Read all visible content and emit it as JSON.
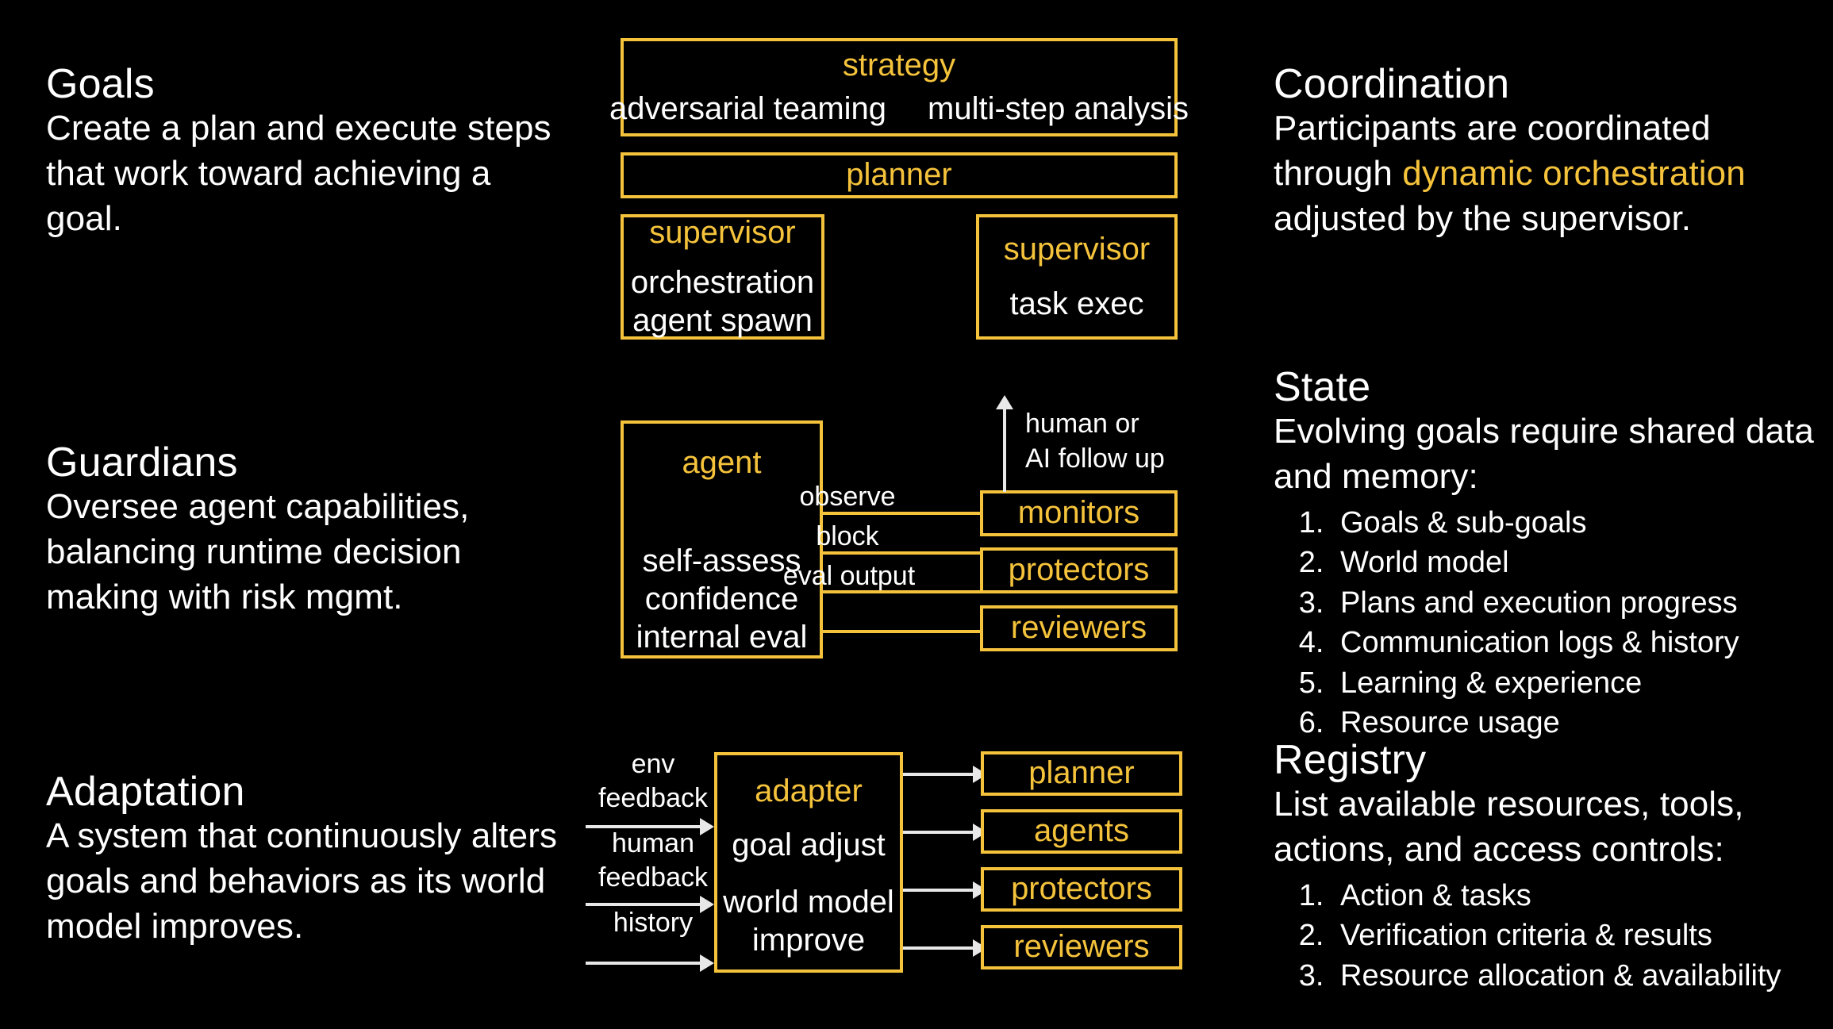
{
  "theme": {
    "background": "#000000",
    "accent": "#F5C33B",
    "text": "#FFFFFF",
    "arrow": "#E8E8E8"
  },
  "left_column": {
    "goals": {
      "title": "Goals",
      "body": "Create a plan and execute steps that work toward achieving a goal."
    },
    "guardians": {
      "title": "Guardians",
      "body": "Oversee agent capabilities, balancing runtime decision making with risk mgmt."
    },
    "adaptation": {
      "title": "Adaptation",
      "body": "A system that continuously alters goals and behaviors as its world model improves."
    }
  },
  "right_column": {
    "coordination": {
      "title": "Coordination",
      "body_part1": "Participants are coordinated through ",
      "body_highlight": "dynamic orchestration",
      "body_part2": " adjusted by the supervisor."
    },
    "state": {
      "title": "State",
      "body": "Evolving goals require shared data and memory:",
      "items": [
        "Goals & sub-goals",
        "World model",
        "Plans and execution progress",
        "Communication logs & history",
        "Learning & experience",
        "Resource usage"
      ]
    },
    "registry": {
      "title": "Registry",
      "body": "List available resources, tools, actions, and access controls:",
      "items": [
        "Action & tasks",
        "Verification criteria & results",
        "Resource allocation & availability"
      ]
    }
  },
  "diagrams": {
    "coordination_diagram": {
      "strategy_box": {
        "title": "strategy",
        "left_item": "adversarial teaming",
        "right_item": "multi-step analysis"
      },
      "planner_box": {
        "title": "planner"
      },
      "supervisor_left": {
        "title": "supervisor",
        "line1": "orchestration",
        "line2": "agent spawn"
      },
      "supervisor_right": {
        "title": "supervisor",
        "line1": "task exec"
      }
    },
    "guardians_diagram": {
      "agent_box": {
        "title": "agent",
        "line1": "self-assess",
        "line2": "confidence",
        "line3": "internal eval"
      },
      "followup_label_line1": "human or",
      "followup_label_line2": "AI follow up",
      "edges": [
        {
          "label": "observe",
          "target": "monitors"
        },
        {
          "label": "block",
          "target": "protectors"
        },
        {
          "label": "eval output",
          "target": "reviewers"
        }
      ],
      "targets": [
        "monitors",
        "protectors",
        "reviewers"
      ]
    },
    "adaptation_diagram": {
      "adapter_box": {
        "title": "adapter",
        "line1": "goal adjust",
        "line2a": "world model",
        "line2b": "improve"
      },
      "inputs": [
        {
          "line1": "env",
          "line2": "feedback"
        },
        {
          "line1": "human",
          "line2": "feedback"
        },
        {
          "line1": "",
          "line2": "history"
        }
      ],
      "outputs": [
        "planner",
        "agents",
        "protectors",
        "reviewers"
      ]
    }
  }
}
